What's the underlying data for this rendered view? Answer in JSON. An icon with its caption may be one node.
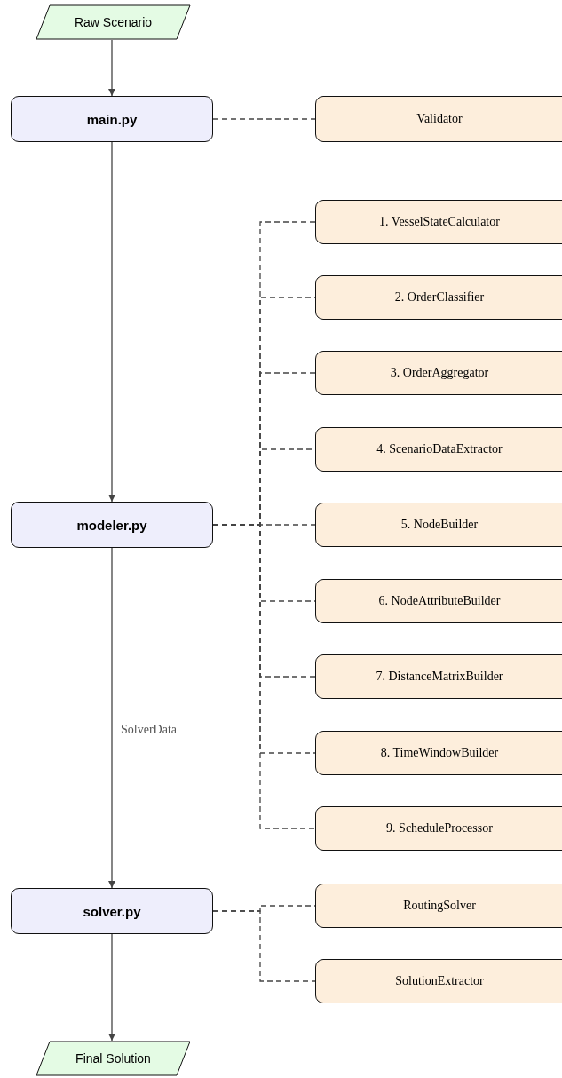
{
  "diagram": {
    "nodes": [
      {
        "text": [
          "Raw Scenario"
        ]
      },
      {
        "text": [
          "main.py"
        ]
      },
      {
        "text": [
          "Validator"
        ]
      },
      {
        "text": [
          "1. VesselStateCalculator"
        ]
      },
      {
        "text": [
          "2. OrderClassifier"
        ]
      },
      {
        "text": [
          "3. OrderAggregator"
        ]
      },
      {
        "text": [
          "4. ScenarioDataExtractor"
        ]
      },
      {
        "text": [
          "5. NodeBuilder"
        ]
      },
      {
        "text": [
          "6. NodeAttributeBuilder"
        ]
      },
      {
        "text": [
          "7. DistanceMatrixBuilder"
        ]
      },
      {
        "text": [
          "8. TimeWindowBuilder"
        ]
      },
      {
        "text": [
          "9. ScheduleProcessor"
        ]
      },
      {
        "text": [
          "modeler.py"
        ]
      },
      {
        "text": [
          "solver.py"
        ]
      },
      {
        "text": [
          "RoutingSolver"
        ]
      },
      {
        "text": [
          "SolutionExtractor"
        ]
      },
      {
        "text": [
          "Final Solution"
        ]
      }
    ],
    "edges": [
      {
        "from": 0,
        "to": 1,
        "arrow": "to"
      },
      {
        "from": 1,
        "to": 12,
        "arrow": "to"
      },
      {
        "from": 12,
        "to": 13,
        "arrow": "to",
        "label": "SolverData"
      },
      {
        "from": 13,
        "to": 16,
        "arrow": "to"
      },
      {
        "from": 1,
        "to": 2,
        "arrow": "none",
        "style": "dashed"
      },
      {
        "from": 12,
        "to": 3,
        "arrow": "none",
        "style": "dashed"
      },
      {
        "from": 12,
        "to": 4,
        "arrow": "none",
        "style": "dashed"
      },
      {
        "from": 12,
        "to": 5,
        "arrow": "none",
        "style": "dashed"
      },
      {
        "from": 12,
        "to": 6,
        "arrow": "none",
        "style": "dashed"
      },
      {
        "from": 12,
        "to": 7,
        "arrow": "none",
        "style": "dashed"
      },
      {
        "from": 12,
        "to": 8,
        "arrow": "none",
        "style": "dashed"
      },
      {
        "from": 12,
        "to": 9,
        "arrow": "none",
        "style": "dashed"
      },
      {
        "from": 12,
        "to": 10,
        "arrow": "none",
        "style": "dashed"
      },
      {
        "from": 12,
        "to": 11,
        "arrow": "none",
        "style": "dashed"
      },
      {
        "from": 13,
        "to": 14,
        "arrow": "none",
        "style": "dashed"
      },
      {
        "from": 13,
        "to": 15,
        "arrow": "none",
        "style": "dashed"
      }
    ]
  }
}
